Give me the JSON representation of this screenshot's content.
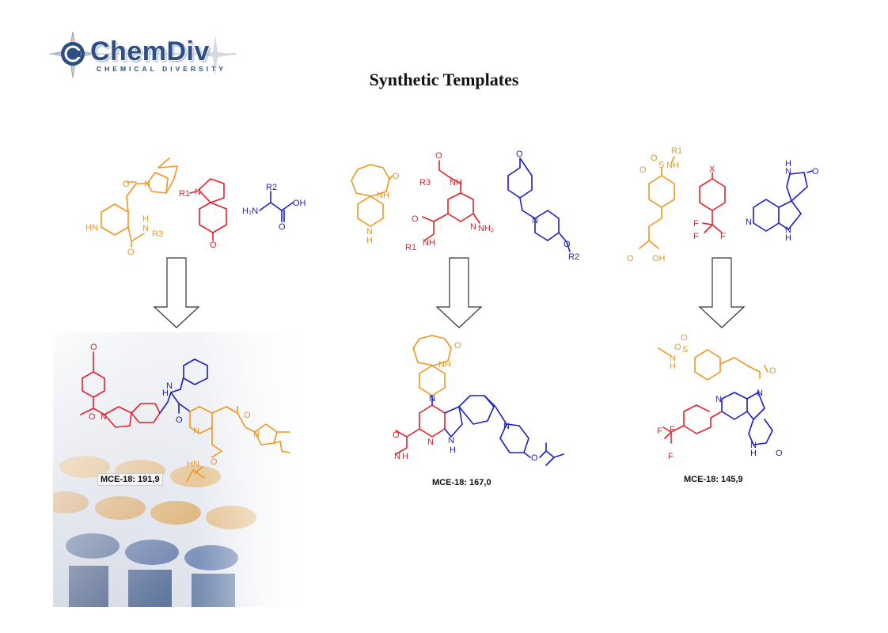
{
  "logo": {
    "brand": "ChemDiv",
    "tagline": "CHEMICAL DIVERSITY"
  },
  "title": "Synthetic Templates",
  "templates": [
    {
      "building_blocks": [
        {
          "labels": [
            "O",
            "N",
            "HN",
            "O",
            "H",
            "N",
            "R3"
          ]
        },
        {
          "labels": [
            "R1",
            "N",
            "O"
          ]
        },
        {
          "labels": [
            "R2",
            "H₂N",
            "O",
            "OH"
          ]
        }
      ],
      "product_labels": [
        "O",
        "O",
        "N",
        "H",
        "N",
        "O",
        "N",
        "O",
        "N",
        "O",
        "HN"
      ],
      "score": "MCE-18: 191,9"
    },
    {
      "building_blocks": [
        {
          "labels": [
            "O",
            "NH",
            "N",
            "H"
          ]
        },
        {
          "labels": [
            "O",
            "R3",
            "NH",
            "N",
            "NH₂",
            "O",
            "R1",
            "NH"
          ]
        },
        {
          "labels": [
            "O",
            "N",
            "O",
            "R2"
          ]
        }
      ],
      "product_labels": [
        "O",
        "NH",
        "N",
        "O",
        "N",
        "H",
        "N",
        "N",
        "H",
        "N",
        "O"
      ],
      "score": "MCE-18: 167,0"
    },
    {
      "building_blocks": [
        {
          "labels": [
            "O",
            "S",
            "O",
            "R1",
            "NH",
            "O",
            "OH"
          ]
        },
        {
          "labels": [
            "X",
            "F",
            "F",
            "F"
          ]
        },
        {
          "labels": [
            "H",
            "N",
            "O",
            "N",
            "N",
            "H"
          ]
        }
      ],
      "product_labels": [
        "O",
        "S",
        "O",
        "N",
        "H",
        "O",
        "N",
        "N",
        "F",
        "F",
        "F",
        "N",
        "H",
        "O"
      ],
      "score": "MCE-18: 145,9"
    }
  ]
}
